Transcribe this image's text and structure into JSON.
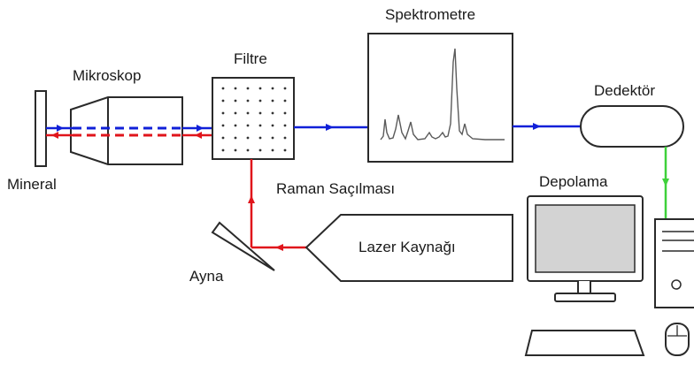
{
  "labels": {
    "mineral": "Mineral",
    "microscope": "Mikroskop",
    "filter": "Filtre",
    "spectrometer": "Spektrometre",
    "detector": "Dedektör",
    "raman_scattering": "Raman Saçılması",
    "storage": "Depolama",
    "laser_source": "Lazer Kaynağı",
    "mirror": "Ayna"
  },
  "colors": {
    "laser_beam": "#e0141b",
    "scattered_beam": "#1020d8",
    "data_link": "#3fd13a",
    "outline": "#2a2a2a",
    "screen": "#d3d3d3"
  }
}
